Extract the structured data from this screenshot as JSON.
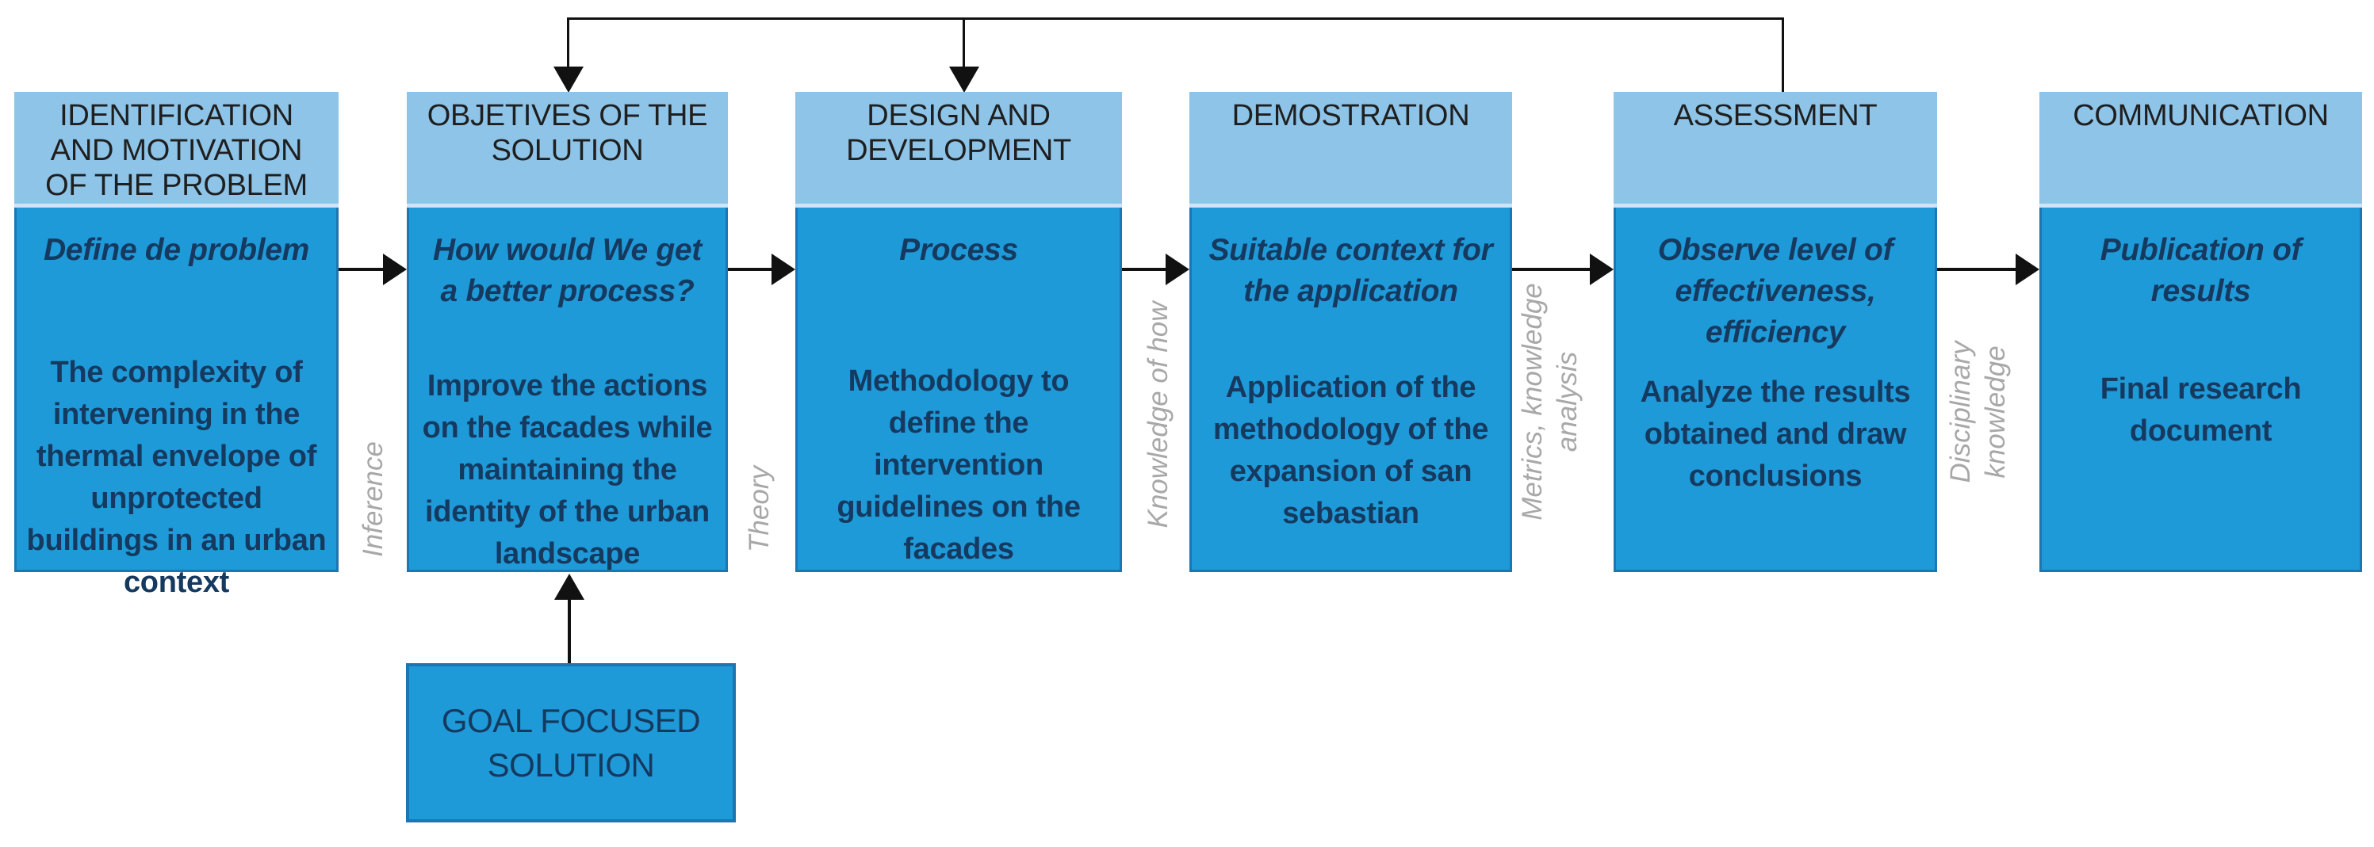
{
  "diagram": {
    "stages": [
      {
        "header": "IDENTIFICATION\nAND MOTIVATION\nOF THE PROBLEM",
        "subtitle": "Define de problem",
        "description": "The complexity of\nintervening in the\nthermal envelope of\nunprotected\nbuildings in an urban\ncontext"
      },
      {
        "header": "OBJETIVES OF THE\nSOLUTION",
        "subtitle": "How would We get\na better process?",
        "description": "Improve the actions\non the facades while\nmaintaining the\nidentity of the urban\nlandscape"
      },
      {
        "header": "DESIGN AND\nDEVELOPMENT",
        "subtitle": "Process",
        "description": "Methodology to\ndefine the\nintervention\nguidelines on the\nfacades"
      },
      {
        "header": "DEMOSTRATION",
        "subtitle": "Suitable context for\nthe application",
        "description": "Application of the\nmethodology of the\nexpansion of san\nsebastian"
      },
      {
        "header": "ASSESSMENT",
        "subtitle": "Observe level of\neffectiveness,\nefficiency",
        "description": "Analyze the results\nobtained and draw\nconclusions"
      },
      {
        "header": "COMMUNICATION",
        "subtitle": "Publication of\nresults",
        "description": "Final research\ndocument"
      }
    ],
    "flow_labels": {
      "inference": "Inference",
      "theory": "Theory",
      "knowledge_of_how": "Knowledge of how",
      "metrics": "Metrics, knowledge\nanalysis",
      "disciplinary": "Disciplinary\nknowledge"
    },
    "goal_box_label": "GOAL FOCUSED\nSOLUTION",
    "colors": {
      "header_bg": "#8ec4e8",
      "body_bg": "#1f9ad8",
      "box_border": "#1c76b2",
      "body_text": "#15395f",
      "header_text": "#1f1f1f",
      "flow_label_gray": "#a8a8a8",
      "arrow": "#111111"
    }
  }
}
